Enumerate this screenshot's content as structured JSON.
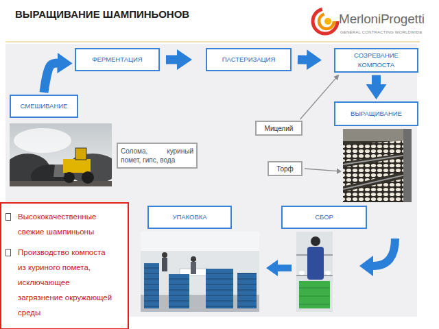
{
  "diagram": {
    "title": "ВЫРАЩИВАНИЕ ШАМПИНЬОНОВ",
    "nodes": [
      {
        "text": [
          "ФЕРМЕНТАЦИЯ"
        ]
      },
      {
        "text": [
          "ПАСТЕРИЗАЦИЯ"
        ]
      },
      {
        "text": [
          "СОЗРЕВАНИЕ КОМПОСТА"
        ]
      },
      {
        "text": [
          "СМЕШИВАНИЕ"
        ]
      },
      {
        "text": [
          "ВЫРАЩИВАНИЕ"
        ]
      },
      {
        "text": [
          "Мицелий"
        ]
      },
      {
        "text": [
          "Солома, куриный помет, гипс, вода"
        ]
      },
      {
        "text": [
          "Торф"
        ]
      },
      {
        "text": [
          "Высококачественные свежие шампиньоны",
          "Производство компоста из куриного помета, исключающее загрязнение окружающей среды"
        ]
      },
      {
        "text": [
          "УПАКОВКА"
        ]
      },
      {
        "text": [
          "СБОР"
        ]
      }
    ],
    "edges": [
      {
        "from": 3,
        "to": 0,
        "arrow": "to"
      },
      {
        "from": 0,
        "to": 1,
        "arrow": "to"
      },
      {
        "from": 1,
        "to": 2,
        "arrow": "to"
      },
      {
        "from": 2,
        "to": 4,
        "arrow": "to"
      },
      {
        "from": 5,
        "to": 2,
        "arrow": "to"
      }
    ],
    "labels": [
      "MerloniProgetti",
      "GENERAL CONTRACTING WORLDWIDE"
    ]
  }
}
